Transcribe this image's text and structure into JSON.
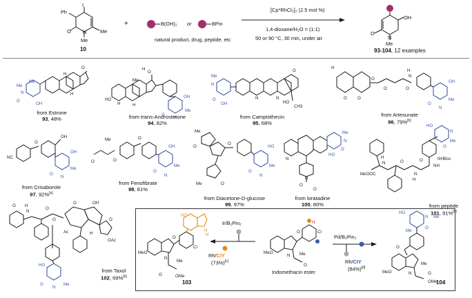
{
  "header": {
    "sm_label": "10",
    "sm_ph": "Ph",
    "sm_i": "I",
    "sm_o": "O",
    "sm_n": "N",
    "sm_me1": "Me",
    "sm_me2": "Me",
    "plus": "+",
    "boronic_acid": "B(OH)₂",
    "or": "or",
    "bpin": "BPin",
    "scope_text": "natural product, drug, peptide, etc",
    "catalyst": "[Cp*RhCl₂]₂ (2.5 mol %)",
    "solvent": "1,4-dioxane/H₂O = (1:1)",
    "conditions": "50 or 90 °C, 30 min, under air",
    "product_label": "93-104",
    "examples": ", 12 examples",
    "prod_oh": "OH",
    "prod_o": "O",
    "prod_n": "N",
    "prod_me": "Me"
  },
  "compounds": [
    {
      "source": "from Estrone",
      "number": "93",
      "yield": ", 48%"
    },
    {
      "source": "from trans-Androsterone",
      "number": "94",
      "yield": ", 82%"
    },
    {
      "source": "from Camptothecin",
      "number": "95",
      "yield": ", 68%"
    },
    {
      "source": "from Artesunate",
      "number": "96",
      "yield": ", 79%",
      "note": "[b]"
    },
    {
      "source": "from Crisaborole",
      "number": "97",
      "yield": ", 92%",
      "note": "[a]"
    },
    {
      "source": "from Fenofibrate",
      "number": "98",
      "yield": ", 81%"
    },
    {
      "source": "from Diacetone-D-glucose",
      "number": "99",
      "yield": ", 97%"
    },
    {
      "source": "from loratadine",
      "number": "100",
      "yield": ", 80%"
    },
    {
      "source": "from peptide",
      "number": "101",
      "yield": ", 91%",
      "note": "[b]"
    },
    {
      "source": "from Taxol",
      "number": "102",
      "yield": ", 69%",
      "note": "[b]"
    }
  ],
  "inset": {
    "left_label": "103",
    "right_label": "104",
    "center_name": "Indomethacin ester",
    "left_reagent_top": "Ir/B₂Pin₂",
    "left_reagent_bottom_pre": "Rh/",
    "left_reagent_bottom_hl": "CIY",
    "left_yield": "(73%)",
    "left_note": "[c]",
    "right_reagent_top": "Pd/B₂Pin₂",
    "right_reagent_bottom_pre": "Rh/",
    "right_reagent_bottom_hl": "CIY",
    "right_yield": "(84%)",
    "right_note": "[d]"
  },
  "atoms": {
    "me": "Me",
    "n": "N",
    "o": "O",
    "oh": "OH",
    "ho": "HO",
    "h": "H",
    "cl": "Cl",
    "meo": "MeO",
    "nc": "NC",
    "ome": "OMe",
    "nhboc": "NHBoc",
    "nh": "NH",
    "ch3": "CH₃",
    "ac": "Ac",
    "oac": "OAc",
    "me2": "Me"
  },
  "colors": {
    "pyridone_blue": "#3b5aa6",
    "highlight_orange": "#e38a1a",
    "aryl_purple": "#a0306a",
    "inset_border": "#333333"
  }
}
